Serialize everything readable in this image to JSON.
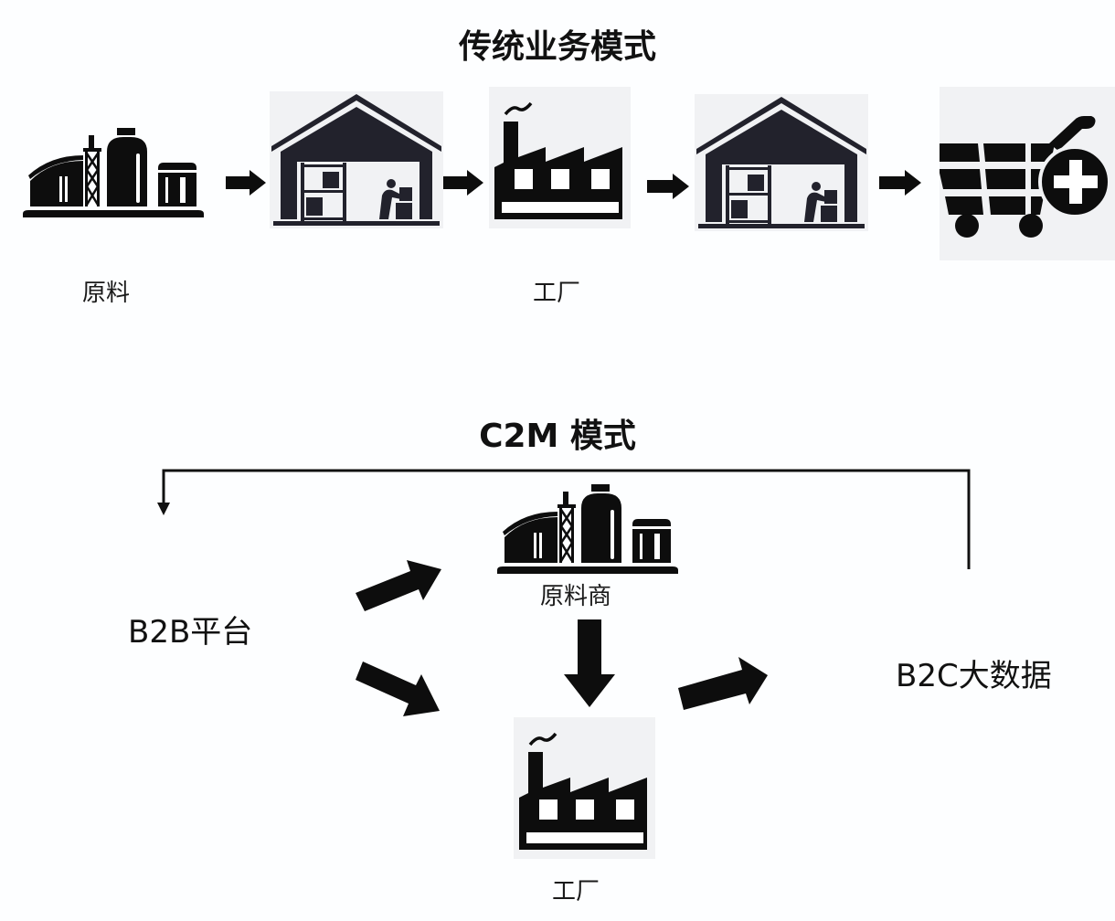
{
  "traditional": {
    "title": "传统业务模式",
    "steps": [
      {
        "icon": "raw-material-plant-icon",
        "label": "原料"
      },
      {
        "icon": "warehouse-icon",
        "label": ""
      },
      {
        "icon": "factory-icon",
        "label": "工厂"
      },
      {
        "icon": "warehouse-icon",
        "label": ""
      },
      {
        "icon": "shopping-cart-add-icon",
        "label": ""
      }
    ]
  },
  "c2m": {
    "title": "C2M 模式",
    "nodes": {
      "b2b": "B2B平台",
      "supplier": "原料商",
      "factory": "工厂",
      "b2c": "B2C大数据"
    },
    "edges": [
      {
        "from": "b2b",
        "to": "supplier"
      },
      {
        "from": "b2b",
        "to": "factory"
      },
      {
        "from": "supplier",
        "to": "factory"
      },
      {
        "from": "factory",
        "to": "b2c"
      },
      {
        "from": "b2c",
        "to": "b2b",
        "style": "feedback-line"
      }
    ]
  },
  "colors": {
    "background": "#fdfeff",
    "icon": "#0d0d0d",
    "warehouse": "#22222c",
    "tile": "#f1f2f4"
  }
}
